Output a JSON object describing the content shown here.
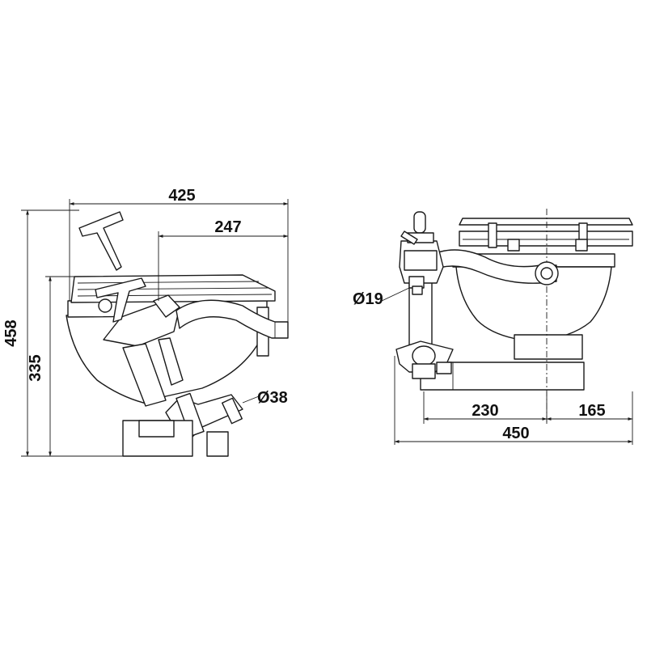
{
  "side_view": {
    "dim_overall_length": "425",
    "dim_pump_offset": "247",
    "dim_overall_height": "458",
    "dim_seat_height": "335",
    "dim_outlet_diameter": "Ø38"
  },
  "front_view": {
    "dim_inlet_diameter": "Ø19",
    "dim_base_left": "230",
    "dim_base_right": "165",
    "dim_overall_width": "450"
  }
}
